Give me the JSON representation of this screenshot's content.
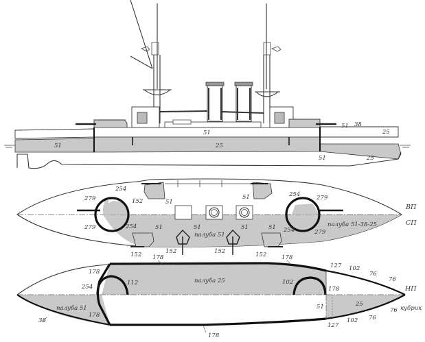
{
  "colors": {
    "background": "#ffffff",
    "armor_fill": "#c9c9c9",
    "line": "#333333",
    "thick_armor_line": "#111111"
  },
  "side_profile": {
    "labels": [
      {
        "id": "belt-fwd",
        "text": "51"
      },
      {
        "id": "belt-main",
        "text": "25"
      },
      {
        "id": "casemate-mid",
        "text": "51"
      },
      {
        "id": "aft-51",
        "text": "51"
      },
      {
        "id": "aft-38",
        "text": "38"
      },
      {
        "id": "aft-25-upper",
        "text": "25"
      },
      {
        "id": "aft-51-lower",
        "text": "51"
      },
      {
        "id": "aft-25-lower",
        "text": "25"
      }
    ]
  },
  "plan_upper": {
    "deck_labels": {
      "upper": "ВП",
      "middle": "СП"
    },
    "deck_text": [
      {
        "id": "deck-mid",
        "text": "палуба 51"
      },
      {
        "id": "deck-aft",
        "text": "палуба 51-38-25"
      }
    ],
    "labels": [
      {
        "id": "fwd-barbette-279-top",
        "text": "279"
      },
      {
        "id": "fwd-barbette-254-top",
        "text": "254"
      },
      {
        "id": "fwd-barbette-279-bot",
        "text": "279"
      },
      {
        "id": "fwd-barbette-254-bot",
        "text": "254"
      },
      {
        "id": "fwd-casemate-152-top",
        "text": "152"
      },
      {
        "id": "fwd-casemate-51-top",
        "text": "51"
      },
      {
        "id": "mid-51-left",
        "text": "51"
      },
      {
        "id": "mid-51-a",
        "text": "51"
      },
      {
        "id": "mid-51-b",
        "text": "51"
      },
      {
        "id": "mid-51-c",
        "text": "51"
      },
      {
        "id": "aft-casemate-51-top",
        "text": "51"
      },
      {
        "id": "aft-barbette-254-top",
        "text": "254"
      },
      {
        "id": "aft-barbette-279-top",
        "text": "279"
      },
      {
        "id": "aft-barbette-254-bot",
        "text": "254"
      },
      {
        "id": "aft-barbette-279-bot",
        "text": "279"
      },
      {
        "id": "casemate-152-1",
        "text": "152"
      },
      {
        "id": "casemate-152-2",
        "text": "152"
      },
      {
        "id": "casemate-152-3",
        "text": "152"
      },
      {
        "id": "casemate-152-4",
        "text": "152"
      }
    ]
  },
  "plan_lower": {
    "deck_labels": {
      "lower": "НП",
      "quarters": "кубрик"
    },
    "deck_text": [
      {
        "id": "deck-main",
        "text": "палуба 25"
      },
      {
        "id": "deck-fwd",
        "text": "палуба 51"
      }
    ],
    "labels": [
      {
        "id": "belt-178-top-a",
        "text": "178"
      },
      {
        "id": "belt-178-top-b",
        "text": "178"
      },
      {
        "id": "bulkhead-178-fwd-top",
        "text": "178"
      },
      {
        "id": "barbette-254-fwd",
        "text": "254"
      },
      {
        "id": "barbette-112-fwd",
        "text": "112"
      },
      {
        "id": "bulkhead-178-fwd-bot",
        "text": "178"
      },
      {
        "id": "bow-38",
        "text": "38"
      },
      {
        "id": "barbette-102-aft",
        "text": "102"
      },
      {
        "id": "bulkhead-178-aft",
        "text": "178"
      },
      {
        "id": "aft-127-top",
        "text": "127"
      },
      {
        "id": "aft-102-top",
        "text": "102"
      },
      {
        "id": "aft-76-top-a",
        "text": "76"
      },
      {
        "id": "aft-76-top-b",
        "text": "76"
      },
      {
        "id": "aft-51",
        "text": "51"
      },
      {
        "id": "aft-25",
        "text": "25"
      },
      {
        "id": "aft-76-bot-a",
        "text": "76"
      },
      {
        "id": "aft-76-bot-b",
        "text": "76"
      },
      {
        "id": "aft-102-bot",
        "text": "102"
      },
      {
        "id": "aft-127-bot",
        "text": "127"
      },
      {
        "id": "belt-178-bottom",
        "text": "178"
      }
    ]
  }
}
